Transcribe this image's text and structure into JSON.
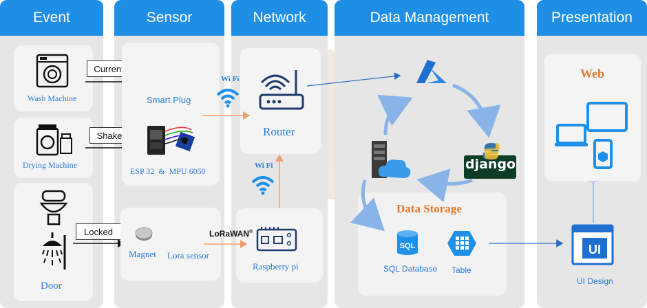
{
  "headers": {
    "event": "Event",
    "sensor": "Sensor",
    "network": "Network",
    "data_management": "Data Management",
    "presentation": "Presentation"
  },
  "event": {
    "wash_machine": "Wash Machine",
    "drying_machine": "Drying Machine",
    "door": "Door"
  },
  "tags": {
    "current": "Current",
    "shake": "Shake",
    "locked": "Locked"
  },
  "sensor": {
    "smart_plug": "Smart Plug",
    "esp_mpu": "ESP 32  &  MPU 6050",
    "magnet": "Magnet",
    "lora_sensor": "Lora sensor"
  },
  "network": {
    "wifi_1": "Wi Fi",
    "wifi_2": "Wi Fi",
    "router": "Router",
    "lorawan": "LoRaWAN",
    "lorawan_mark": "®",
    "raspberry_pi": "Raspberry pi"
  },
  "data_management": {
    "django": "django",
    "data_storage": "Data Storage",
    "sql_database": "SQL Database",
    "sql_icon_text": "SQL",
    "table": "Table"
  },
  "presentation": {
    "web": "Web",
    "ui_icon_text": "UI",
    "ui_design": "UI Design"
  },
  "colors": {
    "header_blue": "#1f8fe6",
    "column_gray": "#e6e6e6",
    "icon_blue": "#1e90e8",
    "orange_text": "#e8772e",
    "arrow_orange": "#f0a070",
    "arrow_blue": "#2b6cc4",
    "cycle_blue": "#8ab4e8"
  }
}
